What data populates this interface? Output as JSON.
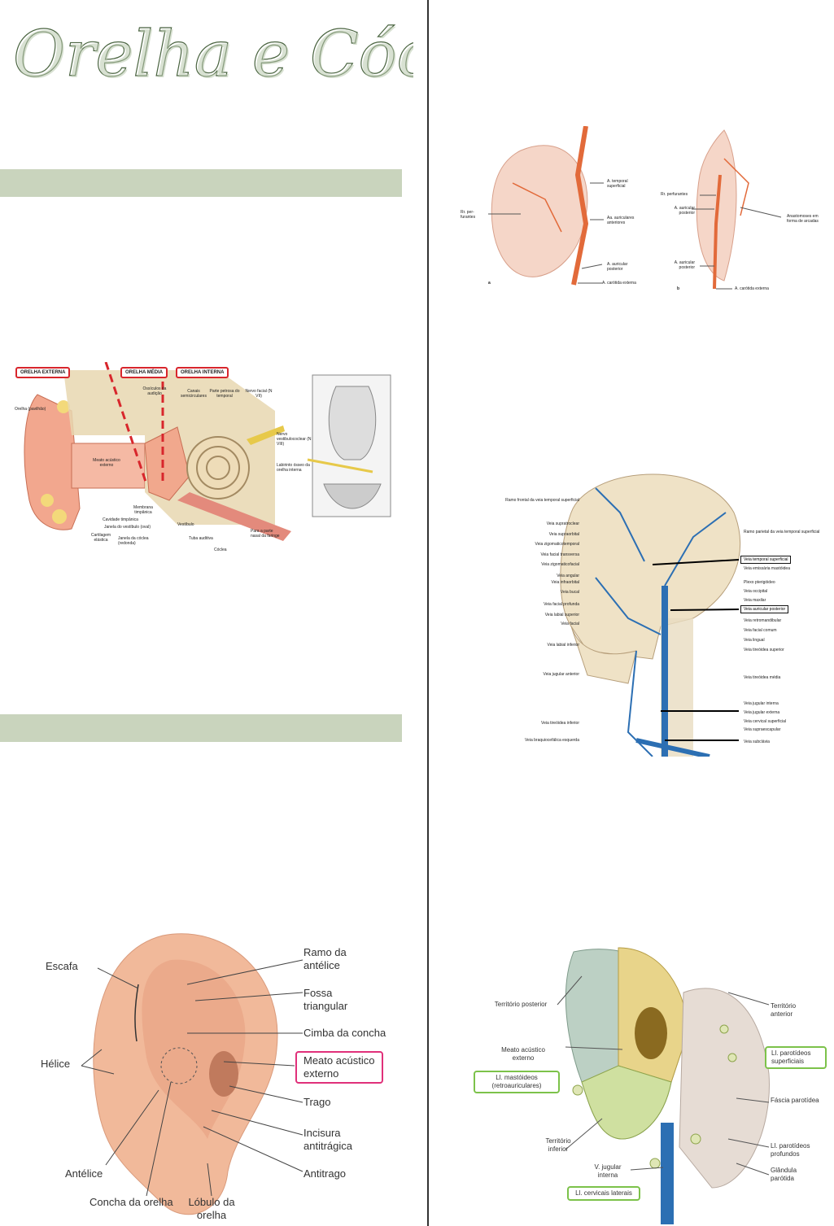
{
  "title": "Orelha e Cóclea",
  "colors": {
    "band": "#c9d4bd",
    "title": "#6e8b62",
    "highlight_pink": "#e0307a",
    "highlight_green": "#7cc24a",
    "highlight_red": "#d8262c"
  },
  "ear_sections": {
    "regions": [
      "ORELHA EXTERNA",
      "ORELHA MÉDIA",
      "ORELHA INTERNA"
    ],
    "labels": {
      "orelha": "Orelha (pavilhão)",
      "ossiculos": "Ossículos da audição",
      "canais": "Canais semicirculares",
      "parte_petrosa": "Parte petrosa do temporal",
      "nervo_facial": "Nervo facial (N VII)",
      "nervo_vestibulo": "Nervo vestibulococlear (N VIII)",
      "labirinto": "Labirinto ósseo da orelha interna",
      "meato": "Meato acústico externo",
      "membrana": "Membrana timpânica",
      "cavidade": "Cavidade timpânica",
      "janela_vest": "Janela do vestíbulo (oval)",
      "janela_coc": "Janela da cóclea (redonda)",
      "cartilagem": "Cartilagem elástica",
      "vestibulo": "Vestíbulo",
      "tuba": "Tuba auditiva",
      "coclea": "Cóclea",
      "faringe": "Para a parte nasal da faringe"
    }
  },
  "auricle": {
    "labels": {
      "escafa": "Escafa",
      "helice": "Hélice",
      "antelice": "Antélice",
      "concha": "Concha da orelha",
      "lobulo": "Lóbulo da orelha",
      "ramo": "Ramo da antélice",
      "fossa": "Fossa triangular",
      "cimba": "Cimba da concha",
      "meato": "Meato acústico externo",
      "trago": "Trago",
      "incisura": "Incisura antitrágica",
      "antitrago": "Antitrago"
    }
  },
  "arteries": {
    "a": {
      "letter": "a",
      "temporal": "A. temporal superficial",
      "perfurantes": "Rr. per-furantes",
      "auriculares": "Aa. auriculares anteriores",
      "auricular_post": "A. auricular posterior",
      "carotida": "A. carótida externa"
    },
    "b": {
      "letter": "b",
      "perfurantes": "Rr. perfurantes",
      "auricular_post": "A. auricular posterior",
      "carotida": "A. carótida externa",
      "anastomoses": "Anastomoses em forma de arcadas"
    }
  },
  "veins": {
    "left": [
      "Ramo frontal da veia temporal superficial",
      "Veia supratroclear",
      "Veia supraorbital",
      "Veia zigomaticotemporal",
      "Veia facial transversa",
      "Veia zigomaticofacial",
      "Veia angular",
      "Veia infraorbital",
      "Veia bucal",
      "Veia facial profunda",
      "Veia labial superior",
      "Veia facial",
      "Veia labial inferior",
      "Veia jugular anterior",
      "Veia tireóidea inferior",
      "Veia braquiocefálica esquerda"
    ],
    "right": [
      "Ramo parietal da veia temporal superficial",
      "Veia temporal superficial",
      "Veia emissária mastóidea",
      "Plexo pterigóideo",
      "Veia occipital",
      "Veia maxilar",
      "Veia auricular posterior",
      "Veia retromandibular",
      "Veia facial comum",
      "Veia lingual",
      "Veia tireóidea superior",
      "Veia tireóidea média",
      "Veia jugular interna",
      "Veia jugular externa",
      "Veia cervical superficial",
      "Veia supraescapular",
      "Veia subclávia"
    ]
  },
  "lymph": {
    "posterior": "Território posterior",
    "meato": "Meato acústico externo",
    "mastoideos": "Ll. mastóideos (retroauriculares)",
    "inferior": "Território inferior",
    "jugular": "V. jugular interna",
    "cervicais": "Ll. cervicais laterais",
    "anterior": "Território anterior",
    "parotideos_sup": "Ll. parotídeos superficiais",
    "fascia": "Fáscia parotídea",
    "parotideos_prof": "Ll. parotídeos profundos",
    "glandula": "Glândula parótida"
  }
}
